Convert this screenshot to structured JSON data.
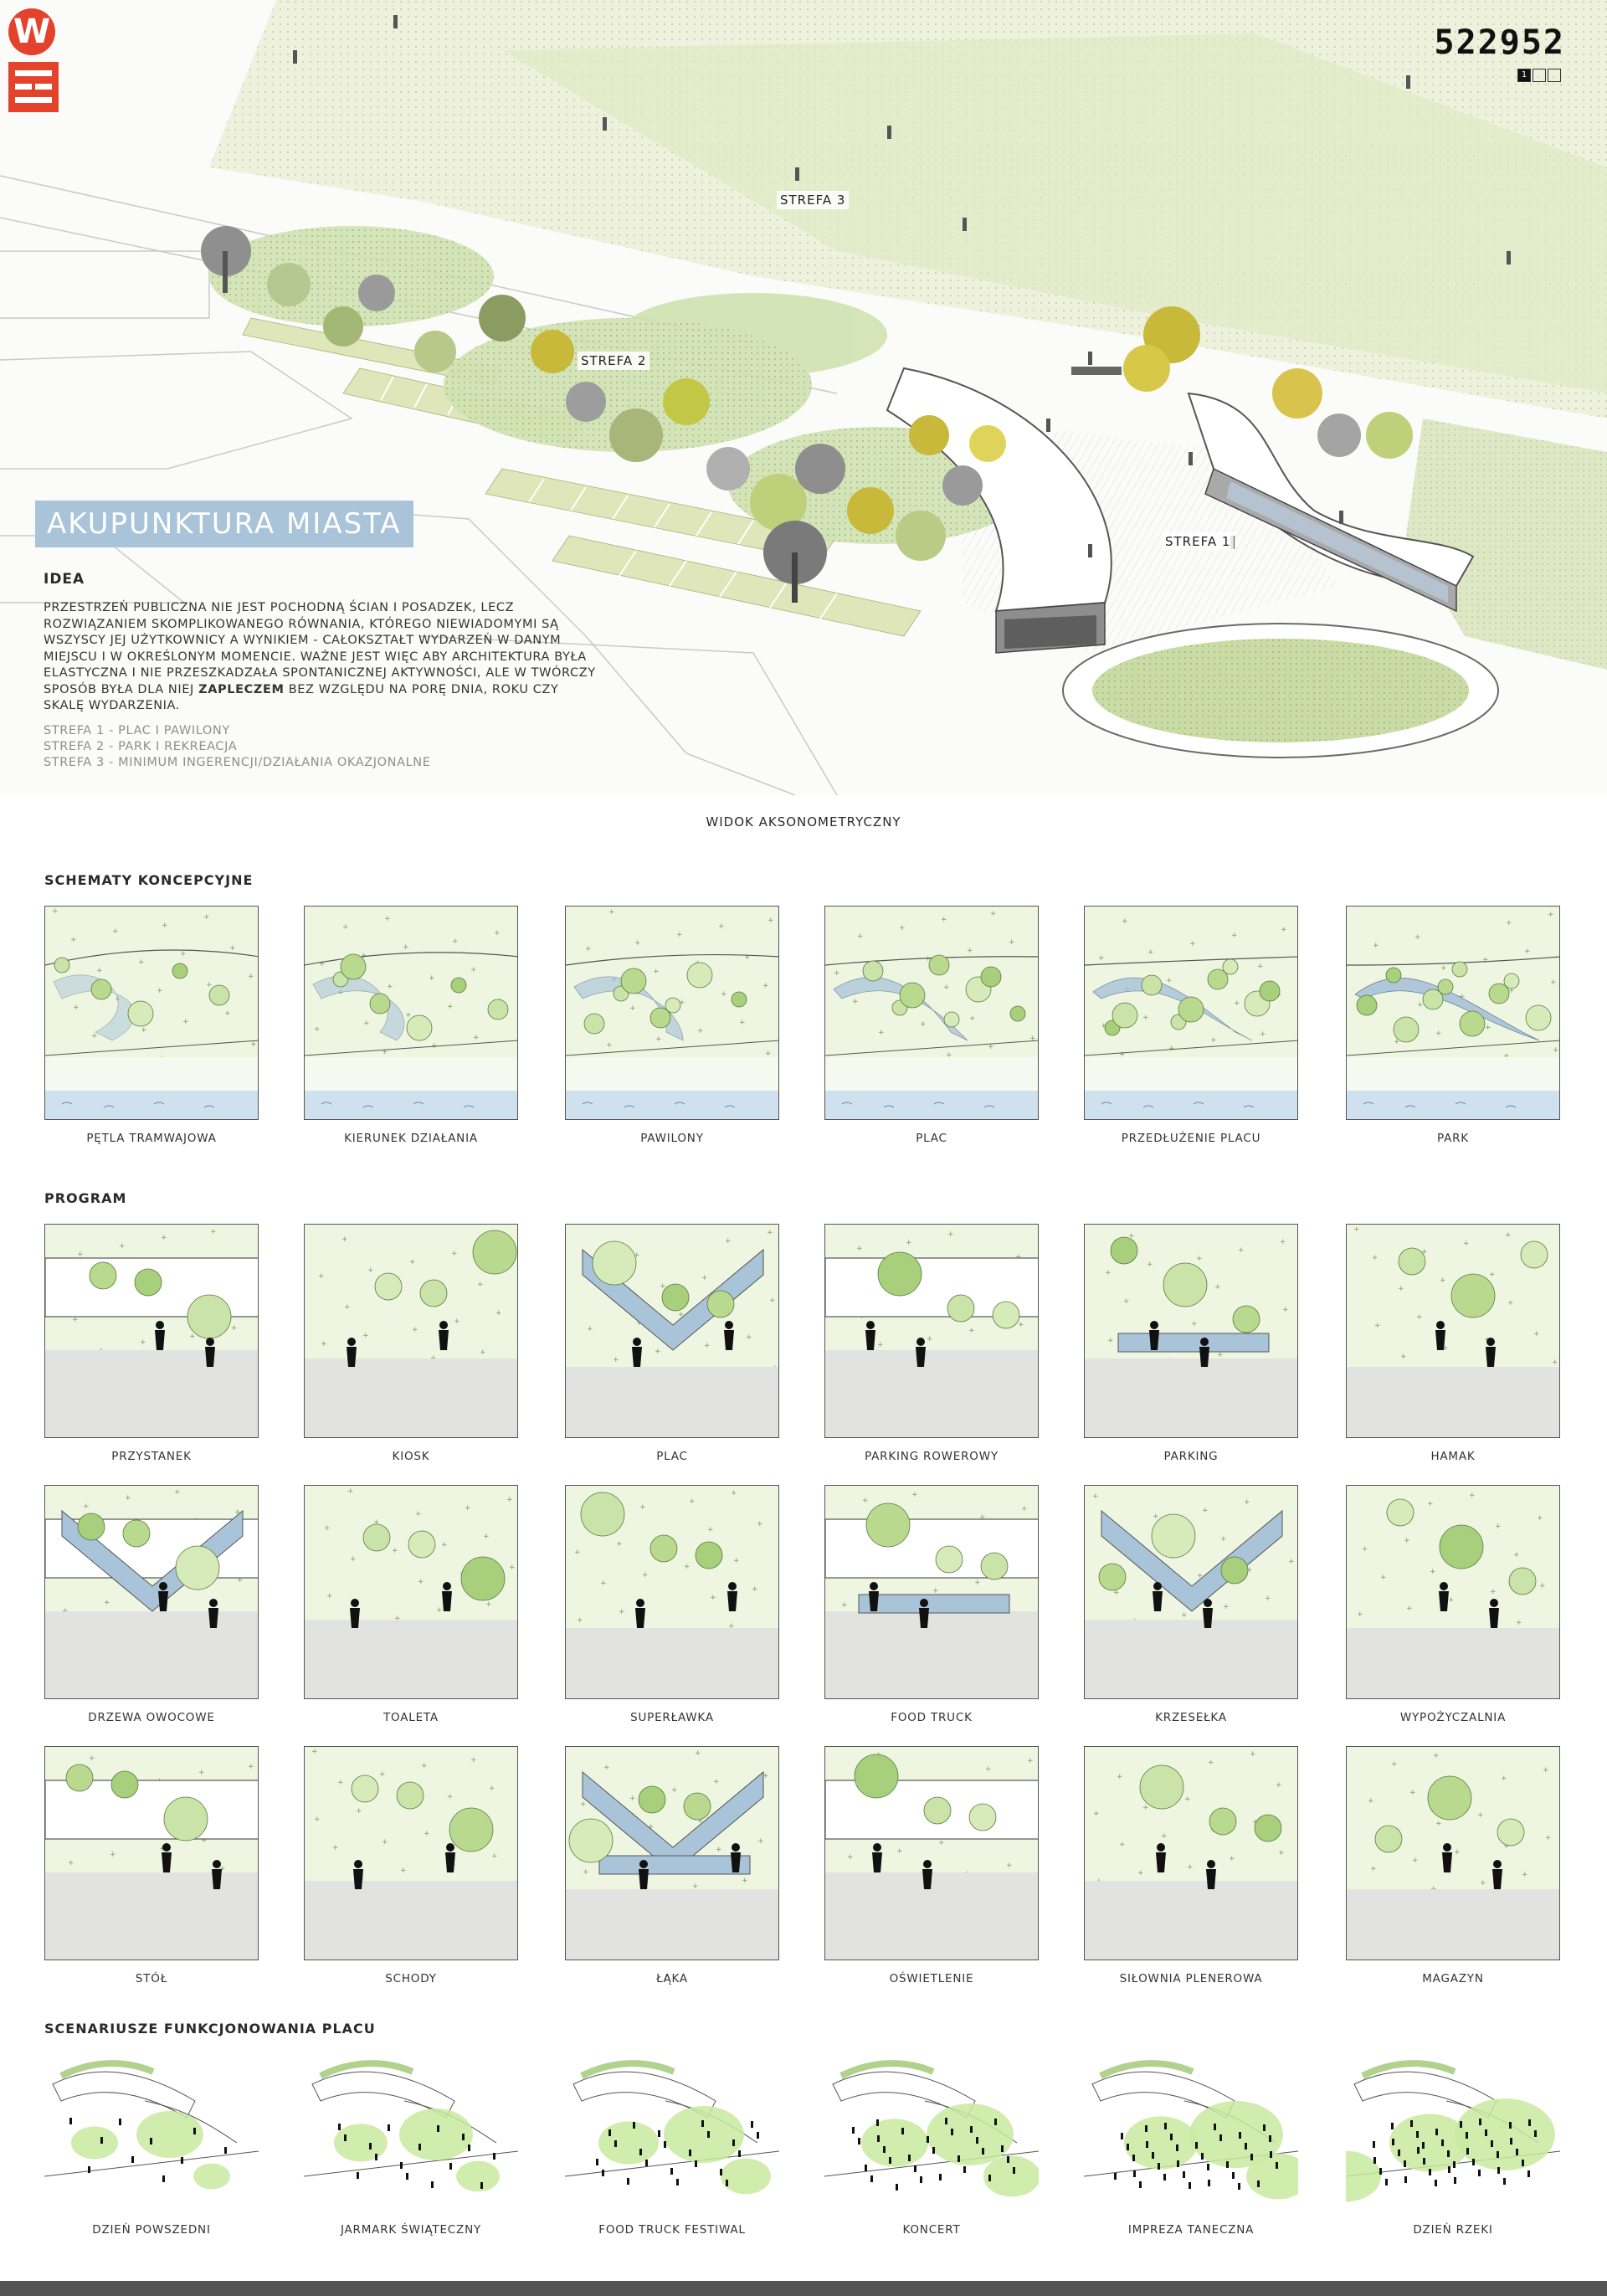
{
  "brand": {
    "logo_letter": "W",
    "code": "522952",
    "pages": [
      "1",
      "",
      ""
    ],
    "accent": "#e4432b"
  },
  "hero": {
    "zone_labels": [
      "STREFA 3",
      "STREFA 2",
      "STREFA 1"
    ],
    "title": "AKUPUNKTURA MIASTA",
    "idea_heading": "IDEA",
    "idea_paragraph_1": "PRZESTRZEŃ PUBLICZNA NIE JEST POCHODNĄ ŚCIAN I POSADZEK, LECZ ROZWIĄZANIEM SKOMPLIKOWANEGO RÓWNANIA, KTÓREGO NIEWIADOMYMI SĄ WSZYSCY JEJ UŻYTKOWNICY A WYNIKIEM - CAŁOKSZTAŁT WYDARZEŃ W DANYM MIEJSCU I W OKREŚLONYM MOMENCIE.",
    "idea_paragraph_2_before": "WAŻNE JEST WIĘC ABY ARCHITEKTURA BYŁA ELASTYCZNA I NIE PRZESZKADZAŁA SPONTANICZNEJ AKTYWNOŚCI, ALE W TWÓRCZY SPOSÓB BYŁA DLA NIEJ ",
    "idea_paragraph_2_bold": "ZAPLECZEM",
    "idea_paragraph_2_after": " BEZ WZGLĘDU NA PORĘ DNIA, ROKU CZY SKALĘ WYDARZENIA.",
    "zones": [
      "STREFA 1 - PLAC I PAWILONY",
      "STREFA 2 - PARK I REKREACJA",
      "STREFA 3 - MINIMUM INGERENCJI/DZIAŁANIA OKAZJONALNE"
    ],
    "caption": "WIDOK AKSONOMETRYCZNY"
  },
  "concept": {
    "title": "SCHEMATY KONCEPCYJNE",
    "items": [
      "PĘTLA TRAMWAJOWA",
      "KIERUNEK DZIAŁANIA",
      "PAWILONY",
      "PLAC",
      "PRZEDŁUŻENIE PLACU",
      "PARK"
    ]
  },
  "program": {
    "title": "PROGRAM",
    "items": [
      "PRZYSTANEK",
      "KIOSK",
      "PLAC",
      "PARKING ROWEROWY",
      "PARKING",
      "HAMAK",
      "DRZEWA OWOCOWE",
      "TOALETA",
      "SUPERŁAWKA",
      "FOOD TRUCK",
      "KRZESEŁKA",
      "WYPOŻYCZALNIA",
      "STÓŁ",
      "SCHODY",
      "ŁĄKA",
      "OŚWIETLENIE",
      "SIŁOWNIA PLENEROWA",
      "MAGAZYN"
    ]
  },
  "scenarios": {
    "title": "SCENARIUSZE FUNKCJONOWANIA PLACU",
    "items": [
      "DZIEŃ POWSZEDNI",
      "JARMARK ŚWIĄTECZNY",
      "FOOD TRUCK FESTIWAL",
      "KONCERT",
      "IMPREZA TANECZNA",
      "DZIEŃ RZEKI"
    ]
  },
  "colors": {
    "green": "#c9e3a8",
    "lightgreen": "#eef6e2",
    "blue": "#a9c3d9",
    "yellow": "#c8b93a",
    "gray": "#8f8f8f"
  }
}
